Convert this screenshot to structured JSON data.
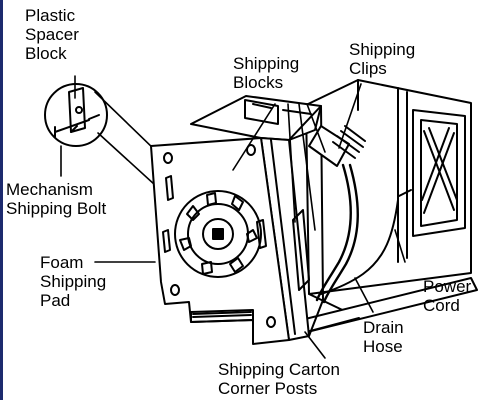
{
  "labels": {
    "plastic_spacer_block": [
      "Plastic",
      "Spacer",
      "Block"
    ],
    "mechanism_shipping_bolt": [
      "Mechanism",
      "Shipping Bolt"
    ],
    "foam_shipping_pad": [
      "Foam",
      "Shipping",
      "Pad"
    ],
    "shipping_blocks": [
      "Shipping",
      "Blocks"
    ],
    "shipping_clips": [
      "Shipping",
      "Clips"
    ],
    "power_cord": [
      "Power",
      "Cord"
    ],
    "drain_hose": [
      "Drain",
      "Hose"
    ],
    "shipping_carton_corner_posts": [
      "Shipping Carton",
      "Corner Posts"
    ]
  },
  "colors": {
    "frame_border": "#1c2a6e",
    "ink": "#000000",
    "background": "#ffffff"
  }
}
